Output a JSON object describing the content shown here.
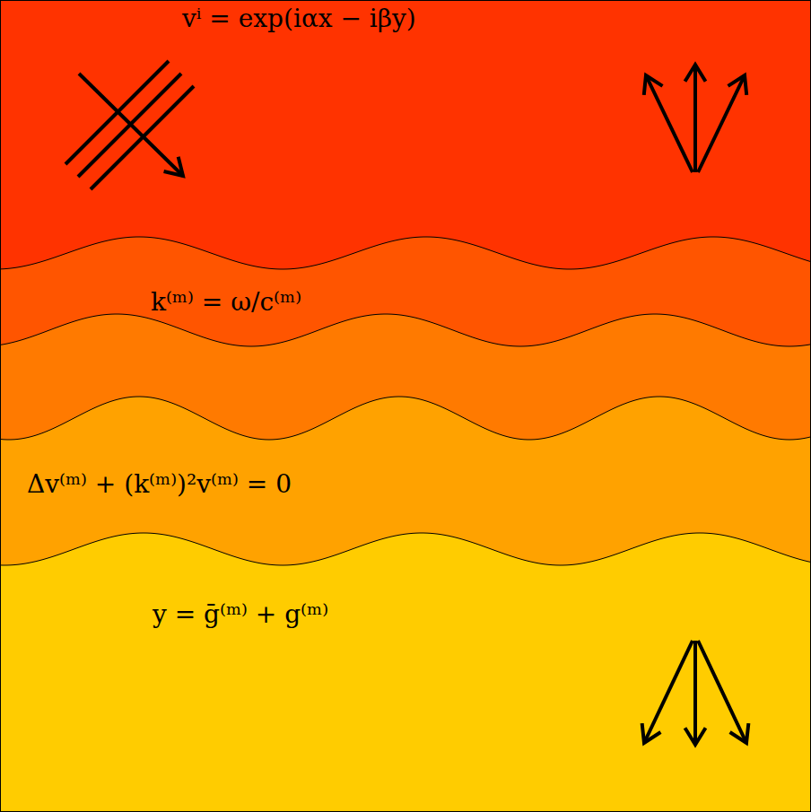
{
  "diagram": {
    "labels": [
      "vⁱ = exp(iαx − iβy)",
      "k⁽ᵐ⁾ = ω/c⁽ᵐ⁾",
      "Δv⁽ᵐ⁾ + (k⁽ᵐ⁾)²v⁽ᵐ⁾ = 0",
      "y = ḡ⁽ᵐ⁾ + g⁽ᵐ⁾"
    ]
  }
}
